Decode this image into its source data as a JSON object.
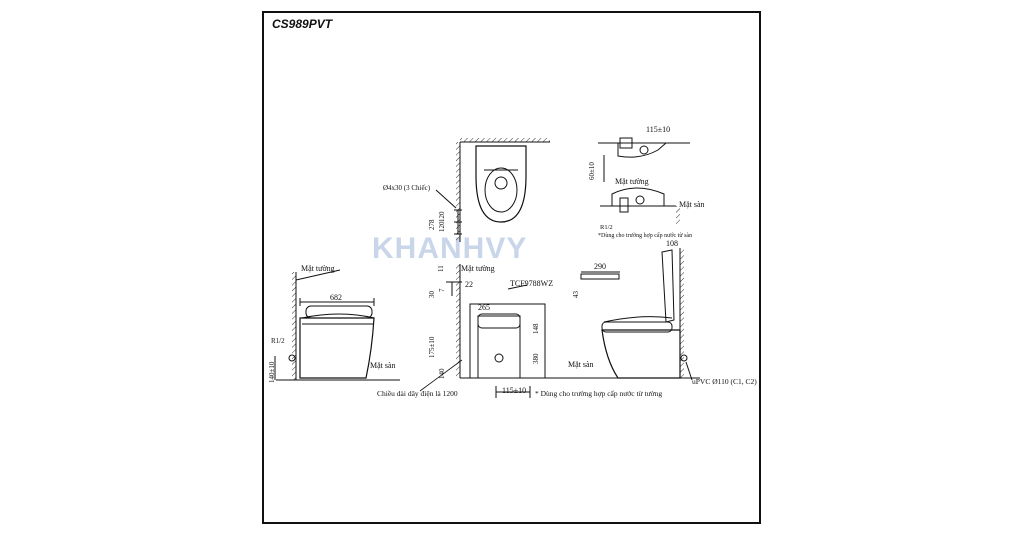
{
  "model_code": "CS989PVT",
  "watermark": "KHANHVY",
  "labels": {
    "wall_left": "Mặt tường",
    "wall_center": "Mặt tường",
    "wall_inset": "Mặt tường",
    "floor_left": "Mặt sàn",
    "floor_center": "Mặt sàn",
    "floor_inset": "Mặt sàn",
    "screws": "Ø4x30 (3 Chiếc)",
    "seat_model": "TCF9788WZ",
    "cable_note": "Chiều dài dây điện là 1200",
    "wall_supply_note": "* Dùng cho trường hợp cấp nước từ tường",
    "floor_supply_note": "*Dùng cho trường hợp cấp nước từ sàn",
    "pipe": "uPVC Ø110 (C1, C2)",
    "r_left": "R1/2",
    "r_inset": "R1/2"
  },
  "dimensions": {
    "d682": "682",
    "d140_150": "140±10",
    "d278": "278",
    "d120a": "120",
    "d120b": "120",
    "d11": "11",
    "d30": "30",
    "d7": "7",
    "d22": "22",
    "d265": "265",
    "d148": "148",
    "d175": "175±10",
    "d140c": "140",
    "d380": "380",
    "d115_bottom": "115±10",
    "d290": "290",
    "d43": "43",
    "d108": "108",
    "d115_top": "115±10",
    "d60": "60±10"
  }
}
